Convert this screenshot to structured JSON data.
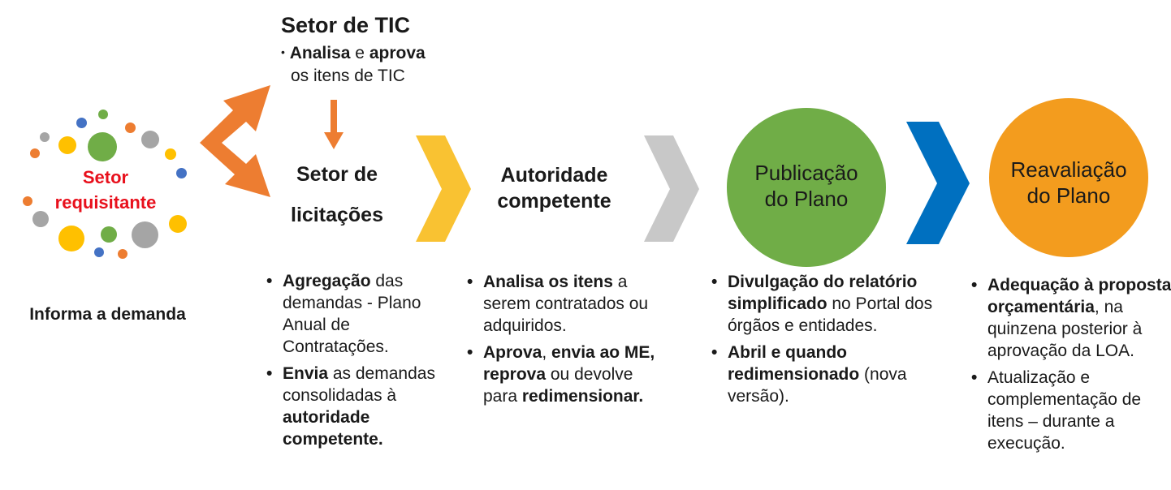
{
  "colors": {
    "orange": "#ED7D31",
    "yellow": "#F9C232",
    "gray": "#C8C8C8",
    "green": "#70AD47",
    "blue": "#0070C0",
    "amber": "#F39C1E",
    "red": "#E8101C",
    "dot_blue": "#4472C4",
    "dot_gray": "#A5A5A5",
    "dot_yellow": "#FFC000"
  },
  "requester": {
    "title_line1": "Setor",
    "title_line2": "requisitante",
    "caption": "Informa a demanda"
  },
  "tic": {
    "title": "Setor de TIC",
    "bullet_b1": "Analisa",
    "bullet_t1": " e ",
    "bullet_b2": "aprova",
    "bullet_line2": "os itens de TIC"
  },
  "licitacoes": {
    "title_line1": "Setor de",
    "title_line2": "licitações",
    "items": [
      {
        "bold": "Agregação",
        "text": " das demandas - Plano Anual de Contratações."
      },
      {
        "bold": "Envia",
        "text": " as demandas consolidadas à ",
        "bold2": "autoridade competente."
      }
    ]
  },
  "autoridade": {
    "title_line1": "Autoridade",
    "title_line2": "competente",
    "items": [
      {
        "bold": "Analisa os itens",
        "text": " a serem contratados ou adquiridos."
      },
      {
        "bold": "Aprova",
        "text": ", ",
        "bold2": "envia ao ME, reprova",
        "text2": " ou devolve para ",
        "bold3": "redimensionar."
      }
    ]
  },
  "publicacao": {
    "title_line1": "Publicação",
    "title_line2": "do Plano",
    "items": [
      {
        "bold": "Divulgação do relatório simplificado",
        "text": " no Portal dos órgãos e entidades."
      },
      {
        "bold": "Abril e quando redimensionado",
        "text": " (nova versão)."
      }
    ]
  },
  "reavaliacao": {
    "title_line1": "Reavaliação",
    "title_line2": "do Plano",
    "items": [
      {
        "bold": "Adequação à proposta orçamentária",
        "text": ", na quinzena posterior à aprovação da LOA."
      },
      {
        "text": "Atualização e complementação de itens – durante a execução."
      }
    ]
  }
}
